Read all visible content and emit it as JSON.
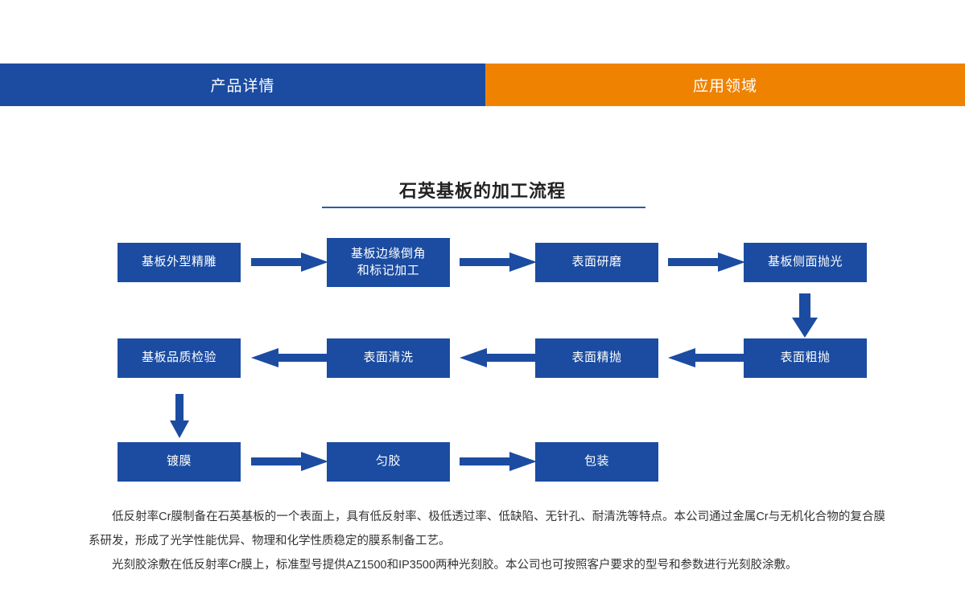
{
  "tabs": [
    {
      "id": "product-detail",
      "label": "产品详情",
      "color": "#1B4CA1",
      "active": true
    },
    {
      "id": "application-field",
      "label": "应用领域",
      "color": "#EF8200",
      "active": false
    }
  ],
  "section": {
    "title": "石英基板的加工流程",
    "rule_color": "#2C5AAE"
  },
  "flow": {
    "node_color": "#1B4CA1",
    "arrow_color": "#1B4CA1",
    "rows": [
      {
        "row": 1,
        "nodes": [
          {
            "id": "n1",
            "label": "基板外型精雕"
          },
          {
            "id": "n2",
            "label": "基板边缘倒角\n和标记加工",
            "line1": "基板边缘倒角",
            "line2": "和标记加工"
          },
          {
            "id": "n3",
            "label": "表面研磨"
          },
          {
            "id": "n4",
            "label": "基板侧面抛光"
          }
        ]
      },
      {
        "row": 2,
        "nodes": [
          {
            "id": "n8",
            "label": "基板品质检验"
          },
          {
            "id": "n7",
            "label": "表面清洗"
          },
          {
            "id": "n6",
            "label": "表面精抛"
          },
          {
            "id": "n5",
            "label": "表面粗抛"
          }
        ]
      },
      {
        "row": 3,
        "nodes": [
          {
            "id": "n9",
            "label": "镀膜"
          },
          {
            "id": "n10",
            "label": "匀胶"
          },
          {
            "id": "n11",
            "label": "包装"
          }
        ]
      }
    ],
    "connectors": [
      {
        "id": "a1",
        "direction": "right",
        "from": "n1",
        "to": "n2"
      },
      {
        "id": "a2",
        "direction": "right",
        "from": "n2",
        "to": "n3"
      },
      {
        "id": "a3",
        "direction": "right",
        "from": "n3",
        "to": "n4"
      },
      {
        "id": "a4",
        "direction": "down",
        "from": "n4",
        "to": "n5"
      },
      {
        "id": "a5",
        "direction": "left",
        "from": "n5",
        "to": "n6"
      },
      {
        "id": "a6",
        "direction": "left",
        "from": "n6",
        "to": "n7"
      },
      {
        "id": "a7",
        "direction": "left",
        "from": "n7",
        "to": "n8"
      },
      {
        "id": "a8",
        "direction": "down",
        "from": "n8",
        "to": "n9"
      },
      {
        "id": "a9",
        "direction": "right",
        "from": "n9",
        "to": "n10"
      },
      {
        "id": "a10",
        "direction": "right",
        "from": "n10",
        "to": "n11"
      }
    ]
  },
  "body": {
    "paragraph1": "低反射率Cr膜制备在石英基板的一个表面上，具有低反射率、极低透过率、低缺陷、无针孔、耐清洗等特点。本公司通过金属Cr与无机化合物的复合膜系研发，形成了光学性能优异、物理和化学性质稳定的膜系制备工艺。",
    "paragraph2": "光刻胶涂敷在低反射率Cr膜上，标准型号提供AZ1500和IP3500两种光刻胶。本公司也可按照客户要求的型号和参数进行光刻胶涂敷。"
  }
}
